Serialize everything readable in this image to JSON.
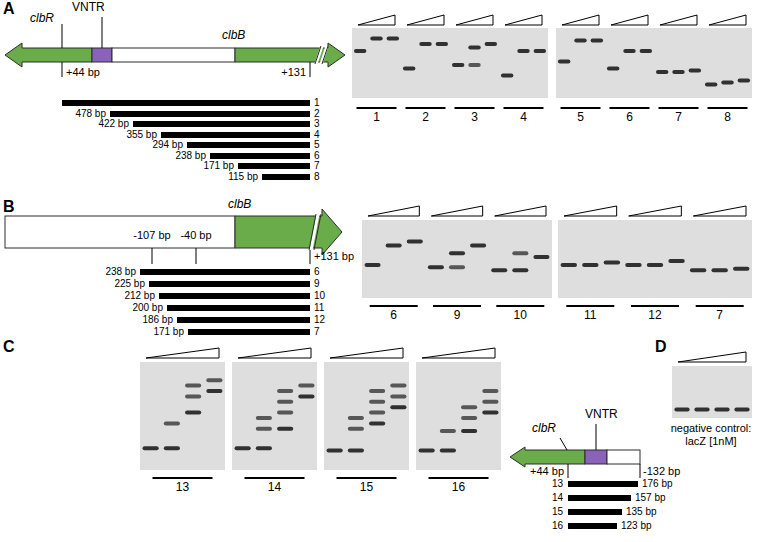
{
  "diagram": {
    "labels": [
      "A",
      "clbR",
      "VNTR",
      "+44 bp",
      "clbB",
      "+131",
      "1",
      "478 bp",
      "2",
      "422 bp",
      "3",
      "355 bp",
      "4",
      "294 bp",
      "5",
      "238 bp",
      "6",
      "171 bp",
      "7",
      "115 bp",
      "8",
      "1",
      "2",
      "3",
      "4",
      "5",
      "6",
      "7",
      "8",
      "B",
      "-107 bp",
      "-40 bp",
      "clbB",
      "+131 bp",
      "238 bp",
      "6",
      "225 bp",
      "9",
      "212 bp",
      "10",
      "200 bp",
      "11",
      "186 bp",
      "12",
      "171 bp",
      "7",
      "6",
      "9",
      "10",
      "11",
      "12",
      "7",
      "C",
      "13",
      "14",
      "15",
      "16",
      "VNTR",
      "clbR",
      "+44 bp",
      "-132 bp",
      "13",
      "176 bp",
      "14",
      "157 bp",
      "15",
      "135 bp",
      "16",
      "123 bp",
      "D",
      "negative control: lacZ [1nM]"
    ]
  }
}
